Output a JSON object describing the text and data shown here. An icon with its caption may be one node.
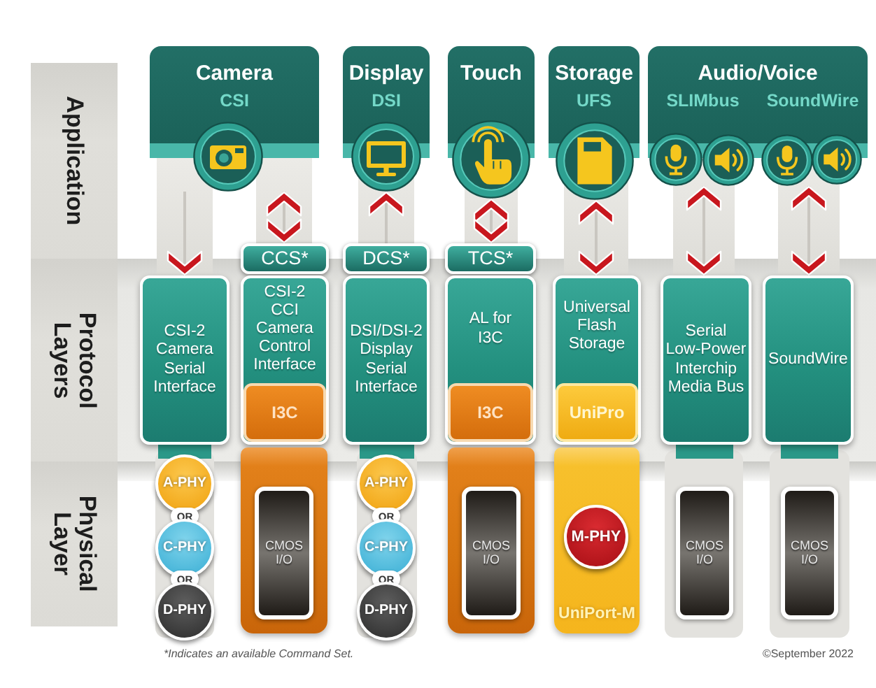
{
  "diagram": {
    "nodes": [
      {
        "text": [
          "Application"
        ]
      },
      {
        "text": [
          "Camera",
          "CSI"
        ]
      },
      {
        "text": [
          "Display",
          "DSI"
        ]
      },
      {
        "text": [
          "Touch"
        ]
      },
      {
        "text": [
          "Storage",
          "UFS"
        ]
      },
      {
        "text": [
          "Audio/Voice",
          "SLIMbus",
          "SoundWire"
        ]
      },
      {
        "text": [
          "Protocol Layers"
        ]
      },
      {
        "text": [
          "CCS*"
        ]
      },
      {
        "text": [
          "DCS*"
        ]
      },
      {
        "text": [
          "TCS*"
        ]
      },
      {
        "text": [
          "CSI-2 Camera Serial Interface"
        ]
      },
      {
        "text": [
          "CSI-2 CCI Camera Control Interface"
        ]
      },
      {
        "text": [
          "I3C"
        ],
        "in": 11
      },
      {
        "text": [
          "DSI/DSI-2 Display Serial Interface"
        ]
      },
      {
        "text": [
          "AL for I3C"
        ]
      },
      {
        "text": [
          "I3C"
        ],
        "in": 14
      },
      {
        "text": [
          "Universal Flash Storage"
        ]
      },
      {
        "text": [
          "UniPro"
        ],
        "in": 16
      },
      {
        "text": [
          "Serial Low-Power Interchip Media Bus"
        ]
      },
      {
        "text": [
          "SoundWire"
        ]
      },
      {
        "text": [
          "Physical Layer"
        ]
      },
      {
        "text": [
          "A-PHY"
        ]
      },
      {
        "text": [
          "OR"
        ]
      },
      {
        "text": [
          "C-PHY"
        ]
      },
      {
        "text": [
          "OR"
        ]
      },
      {
        "text": [
          "D-PHY"
        ]
      },
      {
        "text": [],
        "shape": "box"
      },
      {
        "text": [
          "CMOS I/O"
        ],
        "in": 26
      },
      {
        "text": [
          "A-PHY"
        ]
      },
      {
        "text": [
          "OR"
        ]
      },
      {
        "text": [
          "C-PHY"
        ]
      },
      {
        "text": [
          "OR"
        ]
      },
      {
        "text": [
          "D-PHY"
        ]
      },
      {
        "text": [],
        "shape": "box"
      },
      {
        "text": [
          "CMOS I/O"
        ],
        "in": 33
      },
      {
        "text": [
          "UniPort-M"
        ]
      },
      {
        "text": [
          "M-PHY"
        ],
        "in": 35
      },
      {
        "text": [
          "CMOS I/O"
        ]
      },
      {
        "text": [
          "CMOS I/O"
        ]
      }
    ],
    "edges": [
      {
        "from": 1,
        "to": 10,
        "arrow": "to"
      },
      {
        "from": 1,
        "to": 7,
        "arrow": "both"
      },
      {
        "from": 8,
        "to": 2,
        "arrow": "to"
      },
      {
        "from": 3,
        "to": 9,
        "arrow": "both"
      },
      {
        "from": 4,
        "to": 16,
        "arrow": "both"
      },
      {
        "from": 5,
        "to": 18,
        "arrow": "both"
      },
      {
        "from": 5,
        "to": 19,
        "arrow": "both"
      }
    ],
    "labels": [
      "*Indicates an available Command Set.",
      "©September 2022"
    ]
  }
}
